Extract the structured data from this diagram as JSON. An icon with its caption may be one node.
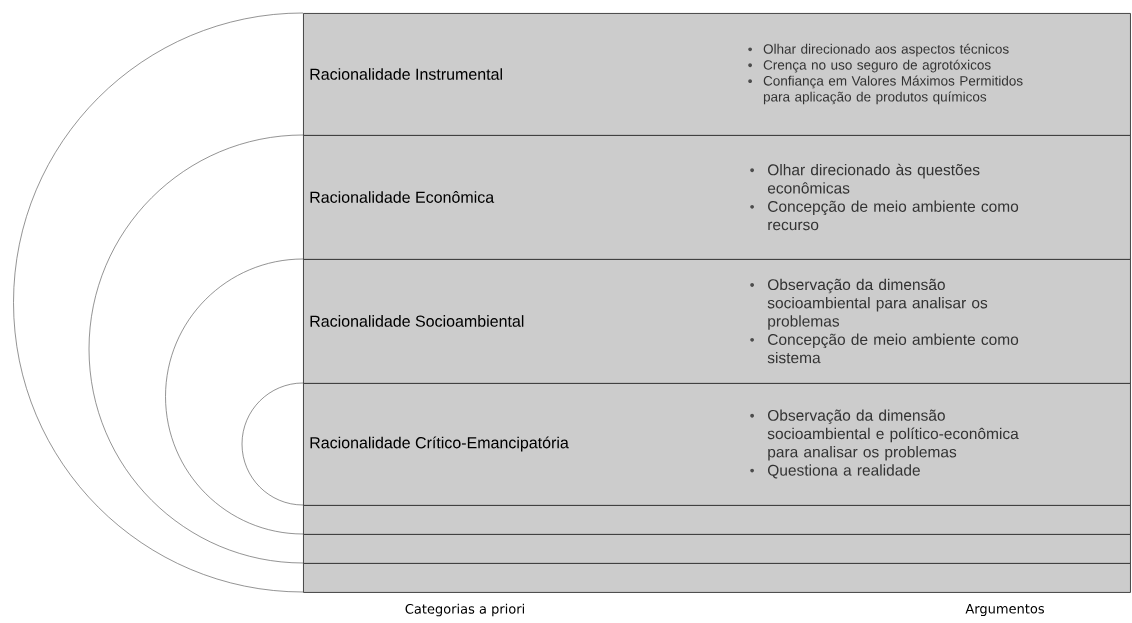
{
  "diagram": {
    "nodes": [
      {
        "text": [
          "Racionalidade Instrumental",
          "Olhar direcionado aos aspectos técnicos",
          "Crença no uso seguro de agrotóxicos",
          "Confiança em Valores Máximos Permitidos para aplicação de produtos químicos"
        ]
      },
      {
        "text": [
          "Racionalidade Econômica",
          "Olhar direcionado às questões econômicas",
          "Concepção de meio ambiente como recurso"
        ]
      },
      {
        "text": [
          "Racionalidade Socioambiental",
          "Observação da dimensão socioambiental para analisar os problemas",
          "Concepção de meio ambiente como sistema"
        ]
      },
      {
        "text": [
          "Racionalidade Crítico-Emancipatória",
          "Observação da dimensão socioambiental e político-econômica para analisar os problemas",
          "Questiona a realidade"
        ]
      },
      {
        "text": [],
        "shape": "bar"
      },
      {
        "text": [],
        "shape": "bar"
      },
      {
        "text": [],
        "shape": "bar"
      }
    ],
    "labels": [
      "Categorias a priori",
      "Argumentos"
    ]
  }
}
